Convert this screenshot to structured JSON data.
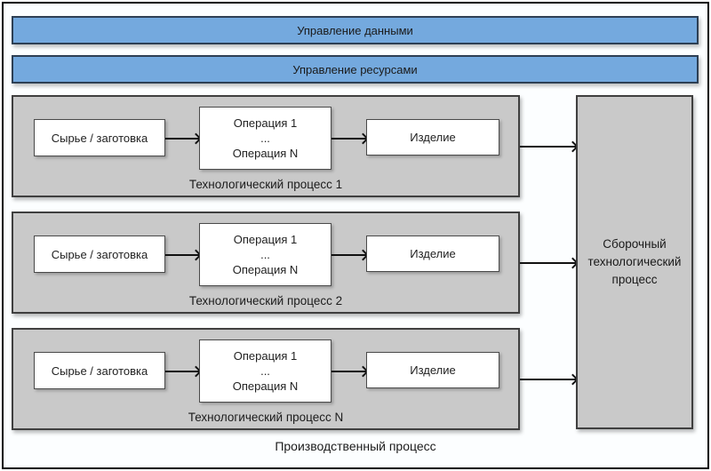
{
  "diagram": {
    "management_bars": [
      {
        "label": "Управление данными"
      },
      {
        "label": "Управление ресурсами"
      }
    ],
    "process_rows": [
      {
        "source": "Сырье / заготовка",
        "operation_first": "Операция 1",
        "operation_ellipsis": "...",
        "operation_last": "Операция N",
        "product": "Изделие",
        "label": "Технологический процесс 1"
      },
      {
        "source": "Сырье / заготовка",
        "operation_first": "Операция 1",
        "operation_ellipsis": "...",
        "operation_last": "Операция N",
        "product": "Изделие",
        "label": "Технологический процесс 2"
      },
      {
        "source": "Сырье / заготовка",
        "operation_first": "Операция 1",
        "operation_ellipsis": "...",
        "operation_last": "Операция N",
        "product": "Изделие",
        "label": "Технологический процесс N"
      }
    ],
    "assembly": {
      "label": "Сборочный технологический процесс"
    },
    "footer": {
      "label": "Производственный процесс"
    },
    "colors": {
      "bar_fill": "#74a9de",
      "bar_border": "#2d3f54",
      "panel_fill": "#c9c9c9",
      "panel_border": "#3f3f3f",
      "box_fill": "#ffffff",
      "box_border": "#4a4a4a",
      "arrow": "#111111",
      "background": "#fcfeff",
      "frame_border": "#000000"
    }
  }
}
